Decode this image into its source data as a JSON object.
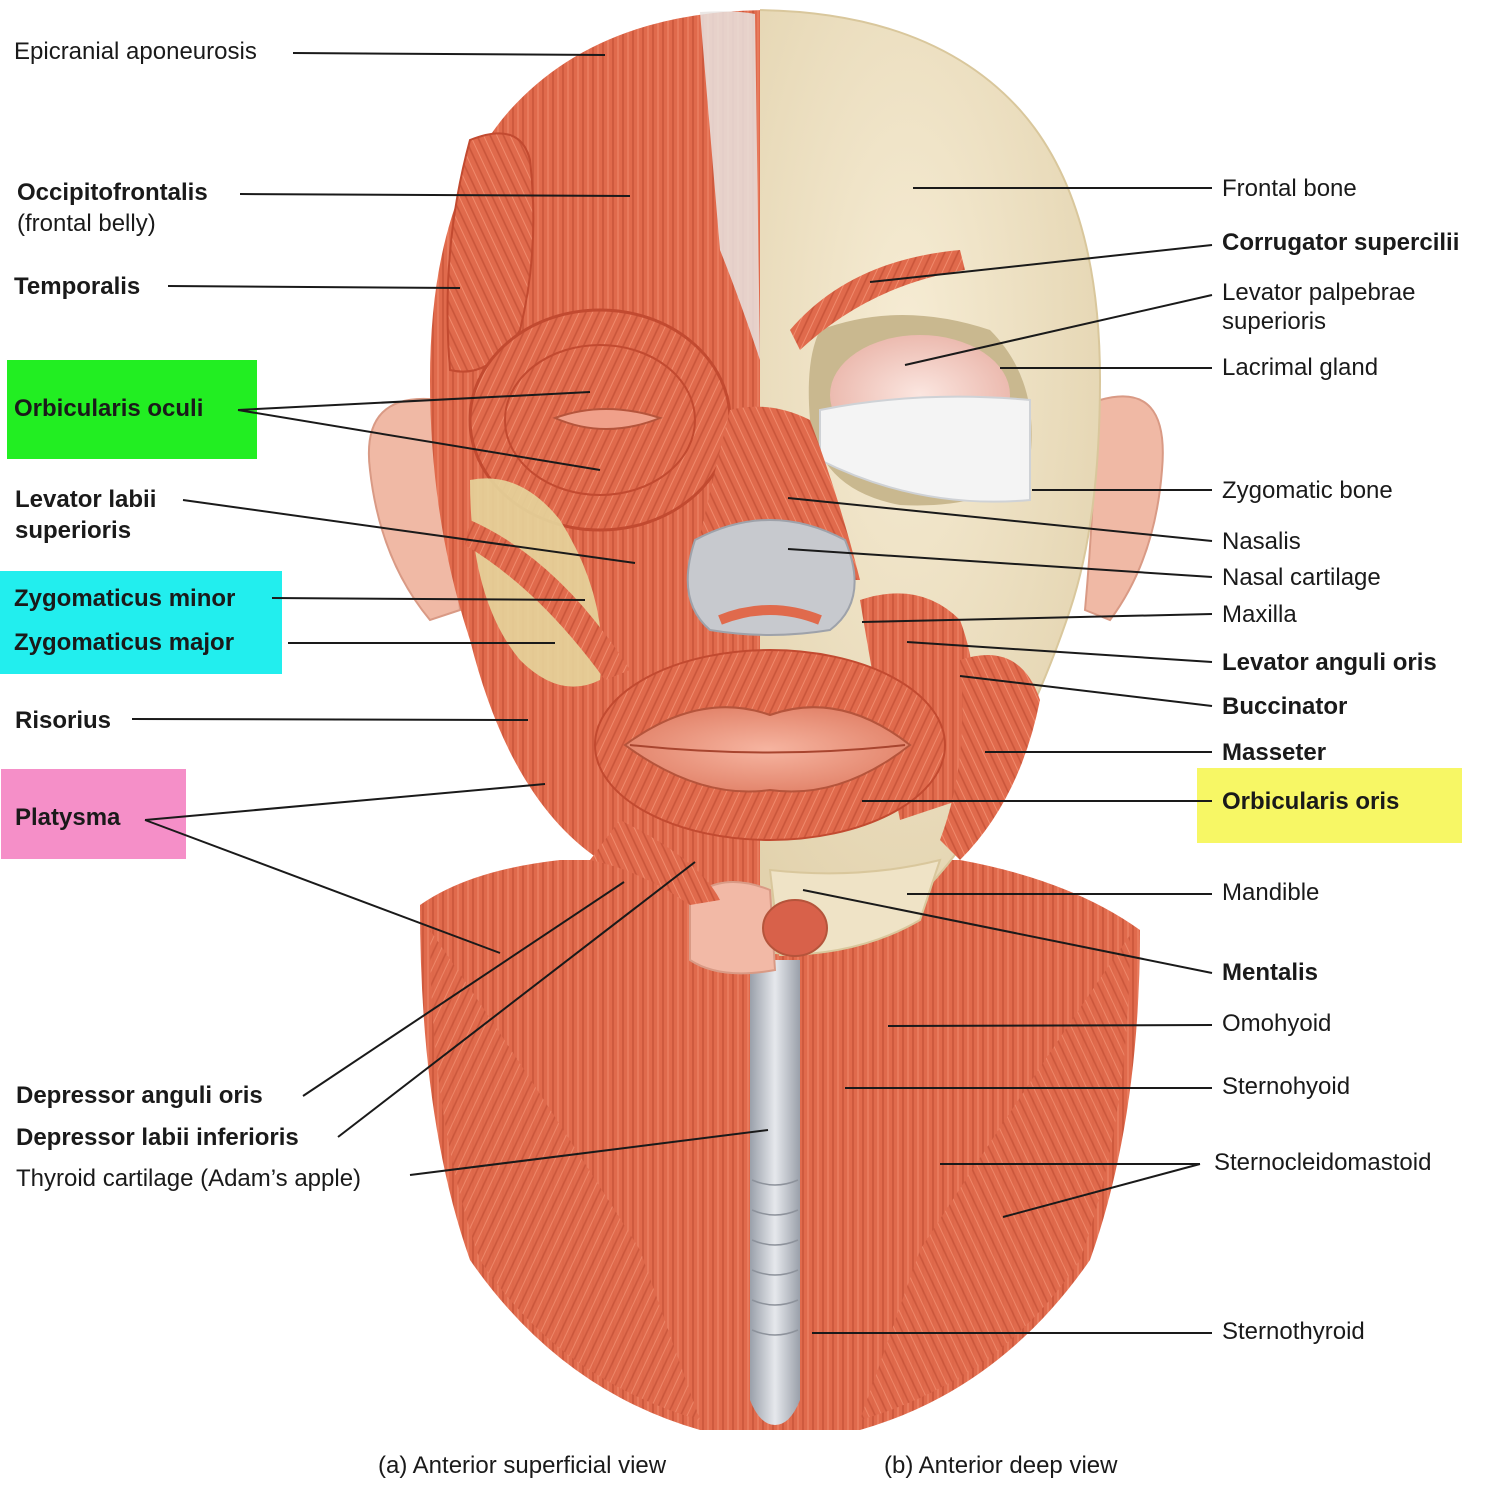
{
  "left_labels": {
    "epicranial": "Epicranial aponeurosis",
    "occipitofrontalis": "Occipitofrontalis",
    "occipitofrontalis_sub": "(frontal belly)",
    "temporalis": "Temporalis",
    "orbicularis_oculi": "Orbicularis oculi",
    "levator_labii_1": "Levator labii",
    "levator_labii_2": "superioris",
    "zygomaticus_minor": "Zygomaticus minor",
    "zygomaticus_major": "Zygomaticus major",
    "risorius": "Risorius",
    "platysma": "Platysma",
    "depressor_anguli": "Depressor anguli oris",
    "depressor_labii": "Depressor labii inferioris",
    "thyroid_cartilage": "Thyroid cartilage (Adam’s apple)"
  },
  "right_labels": {
    "frontal_bone": "Frontal bone",
    "corrugator": "Corrugator supercilii",
    "levator_palpebrae_1": "Levator palpebrae",
    "levator_palpebrae_2": "superioris",
    "lacrimal": "Lacrimal gland",
    "zygomatic_bone": "Zygomatic bone",
    "nasalis": "Nasalis",
    "nasal_cartilage": "Nasal cartilage",
    "maxilla": "Maxilla",
    "levator_anguli": "Levator anguli oris",
    "buccinator": "Buccinator",
    "masseter": "Masseter",
    "orbicularis_oris": "Orbicularis oris",
    "mandible": "Mandible",
    "mentalis": "Mentalis",
    "omohyoid": "Omohyoid",
    "sternohyoid": "Sternohyoid",
    "sternocleido": "Sternocleidomastoid",
    "sternothyroid": "Sternothyroid"
  },
  "captions": {
    "left": "(a) Anterior superficial view",
    "right": "(b) Anterior deep view"
  },
  "highlight_colors": {
    "orbicularis_oculi": "#22ee22",
    "zygomaticus": "#22eeee",
    "platysma": "#f58fc8",
    "orbicularis_oris": "#f7f765"
  },
  "colors": {
    "muscle": "#e06a4c",
    "muscle_dark": "#c24a30",
    "bone": "#efe3c6",
    "skin_fade": "#f2d3c6",
    "cartilage": "#b9bcc4"
  }
}
